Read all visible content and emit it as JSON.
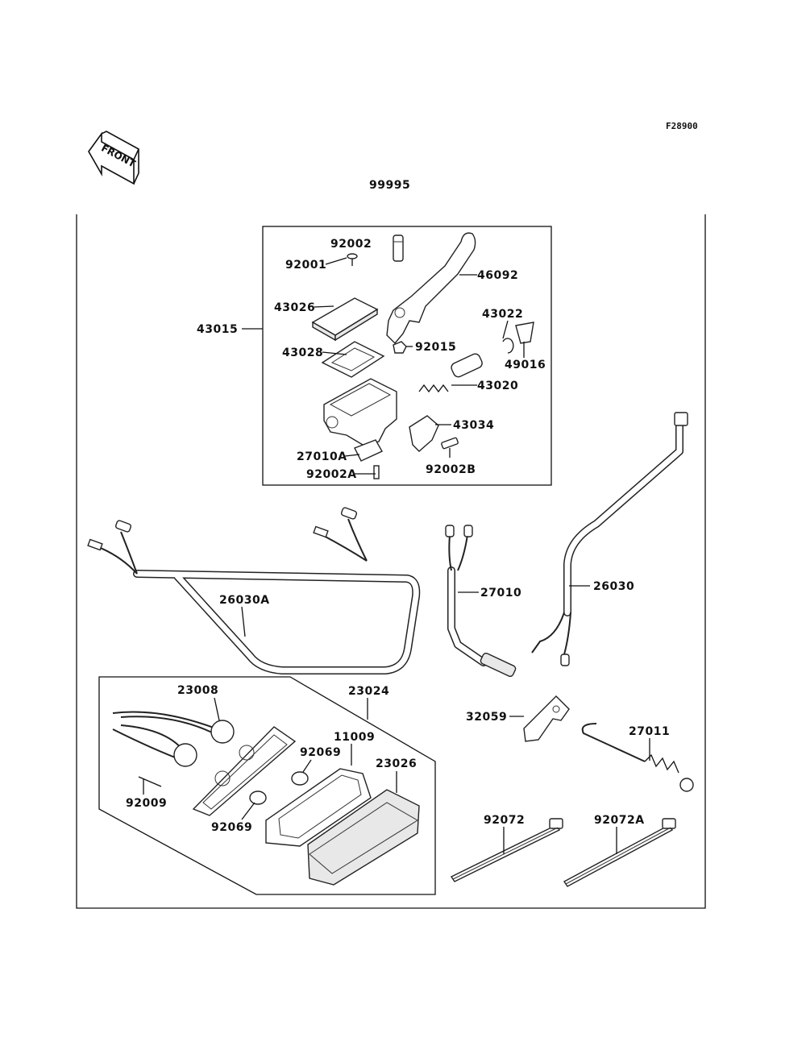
{
  "figure_code": "F28900",
  "front_label": "FRONT",
  "assembly_code": "99995",
  "labels": {
    "p92002": "92002",
    "p92001": "92001",
    "p46092": "46092",
    "p43026": "43026",
    "p43015": "43015",
    "p43022": "43022",
    "p43028": "43028",
    "p92015": "92015",
    "p49016": "49016",
    "p43020": "43020",
    "p43034": "43034",
    "p27010A": "27010A",
    "p92002A": "92002A",
    "p92002B": "92002B",
    "p26030A": "26030A",
    "p27010": "27010",
    "p26030": "26030",
    "p23008": "23008",
    "p23024": "23024",
    "p11009": "11009",
    "p92069a": "92069",
    "p23026": "23026",
    "p92009": "92009",
    "p92069b": "92069",
    "p32059": "32059",
    "p27011": "27011",
    "p92072": "92072",
    "p92072A": "92072A"
  }
}
